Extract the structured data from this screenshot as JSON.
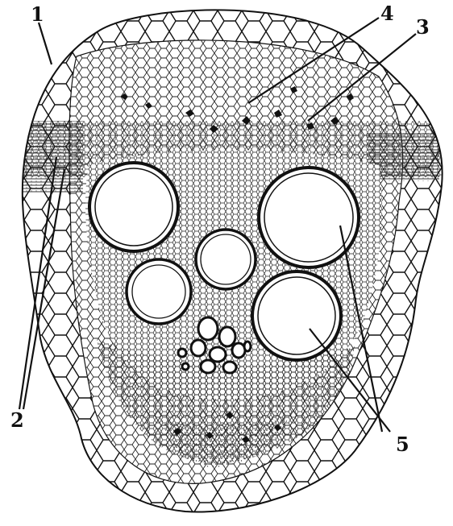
{
  "figure": {
    "line_color": "#111111",
    "background": "#ffffff",
    "labels": [
      {
        "id": "1",
        "text": "1"
      },
      {
        "id": "2",
        "text": "2"
      },
      {
        "id": "3",
        "text": "3"
      },
      {
        "id": "4",
        "text": "4"
      },
      {
        "id": "5",
        "text": "5"
      }
    ]
  }
}
